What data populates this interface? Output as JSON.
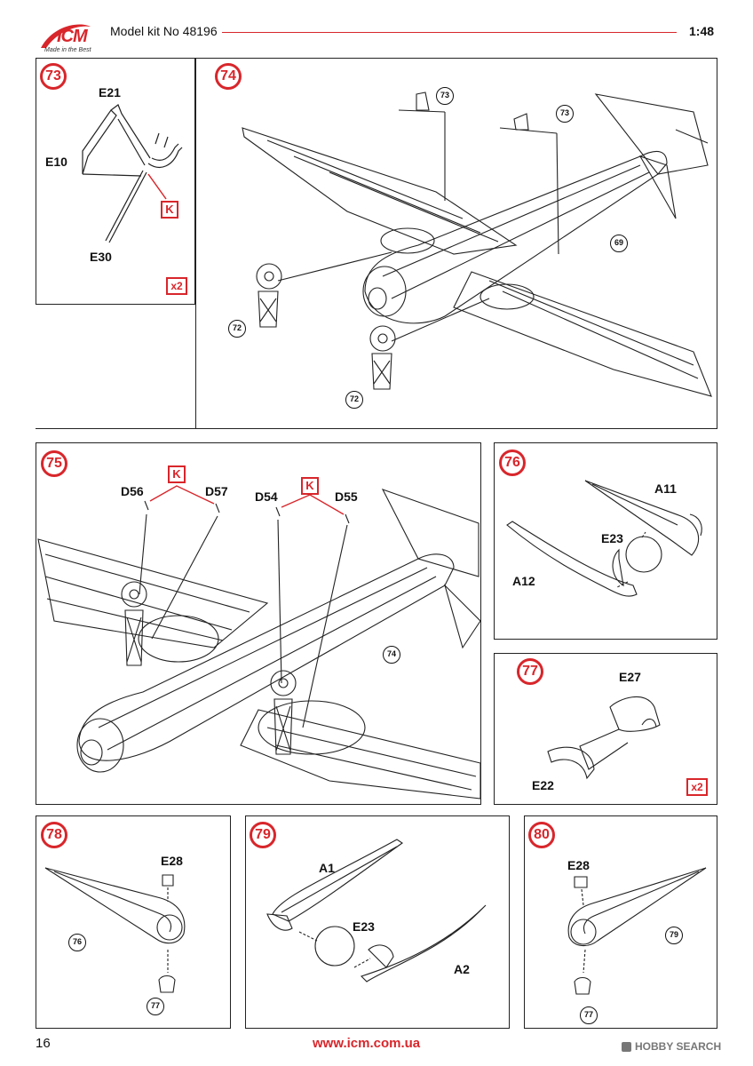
{
  "header": {
    "logo_text": "ICM",
    "logo_tagline": "Made in the Best",
    "kit_label": "Model kit No 48196",
    "scale": "1:48"
  },
  "steps": {
    "s73": {
      "number": "73",
      "parts": [
        "E21",
        "E10",
        "E30"
      ],
      "glue_mark": "K",
      "multiplier": "x2"
    },
    "s74": {
      "number": "74",
      "refs": [
        "73",
        "73",
        "69",
        "72",
        "72"
      ]
    },
    "s75": {
      "number": "75",
      "parts": [
        "D56",
        "D57",
        "D54",
        "D55"
      ],
      "glue_marks": [
        "K",
        "K"
      ],
      "refs": [
        "74"
      ]
    },
    "s76": {
      "number": "76",
      "parts": [
        "A11",
        "E23",
        "A12"
      ]
    },
    "s77": {
      "number": "77",
      "parts": [
        "E27",
        "E22"
      ],
      "multiplier": "x2"
    },
    "s78": {
      "number": "78",
      "parts": [
        "E28"
      ],
      "refs": [
        "76",
        "77"
      ]
    },
    "s79": {
      "number": "79",
      "parts": [
        "A1",
        "E23",
        "A2"
      ]
    },
    "s80": {
      "number": "80",
      "parts": [
        "E28"
      ],
      "refs": [
        "79",
        "77"
      ]
    }
  },
  "footer": {
    "page_number": "16",
    "website": "www.icm.com.ua",
    "watermark": "HOBBY SEARCH"
  },
  "colors": {
    "accent": "#d8262b",
    "line": "#222222"
  }
}
